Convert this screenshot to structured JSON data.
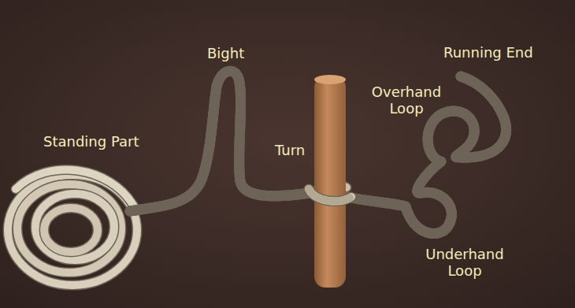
{
  "diagram": {
    "labels": [
      "Bight",
      "Running End",
      "Overhand Loop",
      "Standing Part",
      "Turn",
      "Underhand Loop"
    ]
  }
}
